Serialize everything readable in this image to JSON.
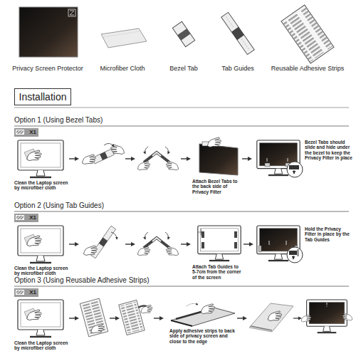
{
  "diagram": {
    "nodes": [
      {
        "text": [
          "Installation"
        ]
      },
      {
        "text": [
          "X1"
        ]
      },
      {
        "text": [
          "X1"
        ]
      },
      {
        "text": [
          "X1"
        ]
      }
    ],
    "labels": [
      "Privacy Screen Protector",
      "Microfiber Cloth",
      "Bezel Tab",
      "Tab Guides",
      "Reusable Adhesive Strips",
      "Option 1 (Using Bezel Tabs)",
      "Clean the Laptop screen by microfiber cloth",
      "Attach Bezel Tabs to the back side of Privacy Filter",
      "Bezel Tabs should slide and hide under the bezel to keep the Privacy Filter in place",
      "Option 2 (Using Tab Guides)",
      "Clean the Laptop screen by microfiber cloth",
      "Attach Tab Guides to 5-7cm from the corner of the screen",
      "Hold the Privacy Filter in place by the Tab Guides",
      "Option 3 (Using Reusable Adhesive Strips)",
      "Clean the Laptop screen by microfiber cloth",
      "Apply adhesive strips to back side of privacy screen and close to the edge"
    ]
  }
}
